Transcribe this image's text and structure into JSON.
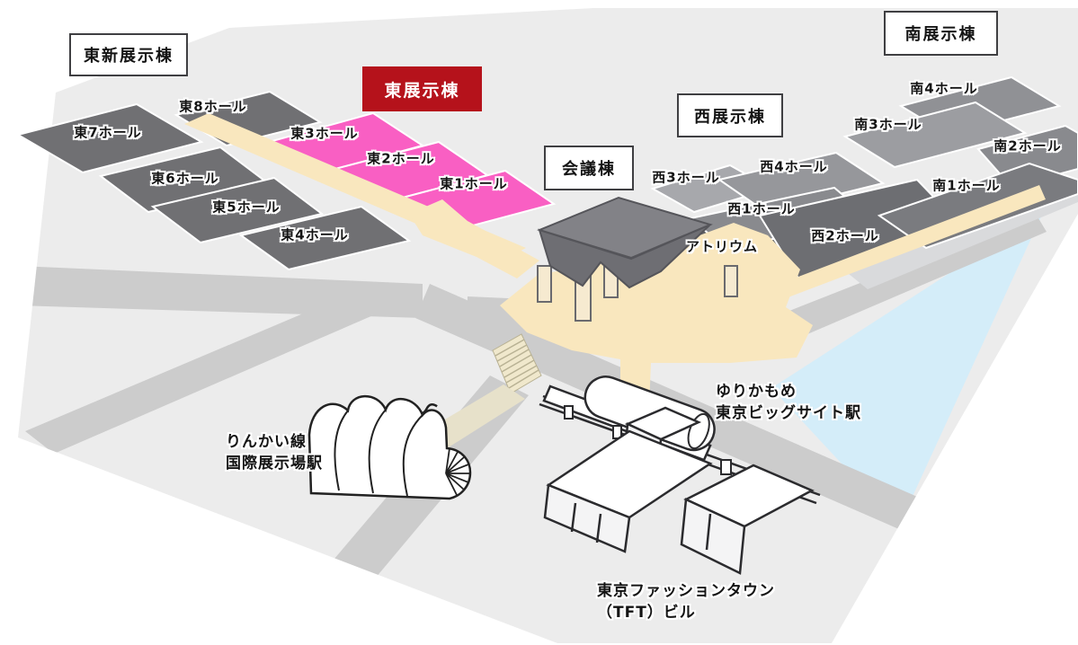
{
  "boxes": {
    "east_new": "東新展示棟",
    "east": "東展示棟",
    "conference": "会議棟",
    "west": "西展示棟",
    "south": "南展示棟"
  },
  "halls": {
    "east8": "東8ホール",
    "east7": "東7ホール",
    "east6": "東6ホール",
    "east5": "東5ホール",
    "east4": "東4ホール",
    "east3": "東3ホール",
    "east2": "東2ホール",
    "east1": "東1ホール",
    "west3": "西3ホール",
    "west4": "西4ホール",
    "west1": "西1ホール",
    "west2": "西2ホール",
    "south4": "南4ホール",
    "south3": "南3ホール",
    "south2": "南2ホール",
    "south1": "南1ホール",
    "atrium": "アトリウム"
  },
  "stations": {
    "rinkai_line1": "りんかい線",
    "rinkai_line2": "国際展示場駅",
    "yurikamome_line1": "ゆりかもめ",
    "yurikamome_line2": "東京ビッグサイト駅"
  },
  "buildings": {
    "tft_line1": "東京ファッションタウン",
    "tft_line2": "（TFT）ビル"
  },
  "colors": {
    "highlight_red": "#b5121b",
    "highlight_pink": "#f95fc3",
    "walkway_beige": "#f9e7be",
    "walkway_tan": "#e7e1ca",
    "water_blue": "#d4edf9",
    "hall_dark_gray": "#707073",
    "ground_gray": "#ececec",
    "road_gray": "#cccccc"
  }
}
